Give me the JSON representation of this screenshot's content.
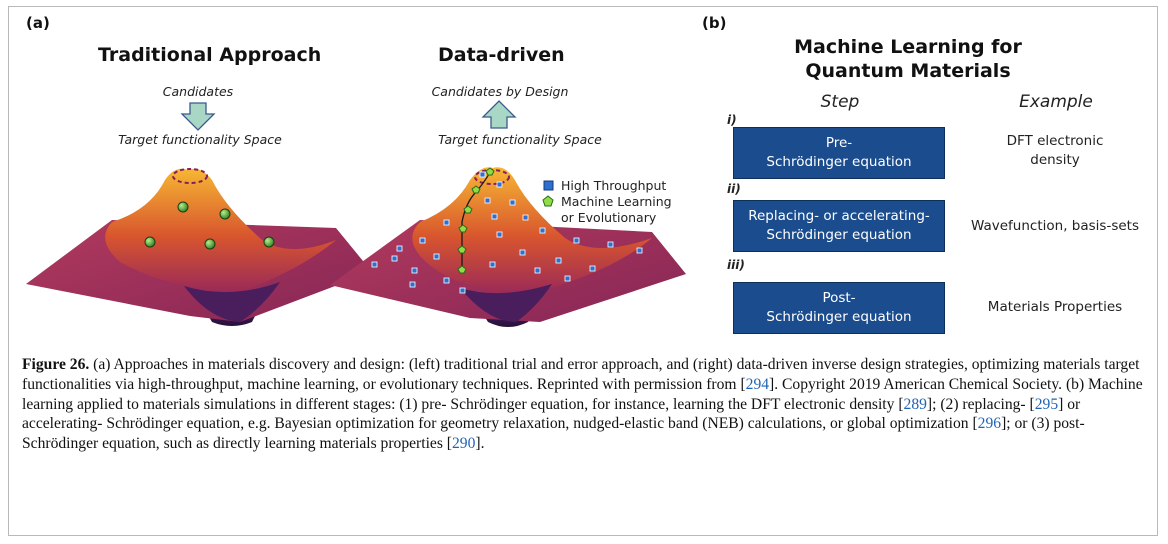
{
  "panel_a": {
    "letter": "(a)",
    "traditional": {
      "title": "Traditional Approach",
      "candidates_label": "Candidates",
      "target_label": "Target functionality Space"
    },
    "data_driven": {
      "title": "Data-driven",
      "candidates_label": "Candidates by Design",
      "target_label": "Target functionality Space",
      "legend": [
        {
          "label": "High Throughput",
          "marker": "blue-square"
        },
        {
          "label": "Machine Learning",
          "marker": "green-pentagon"
        },
        {
          "label": "or Evolutionary",
          "marker": ""
        }
      ]
    }
  },
  "panel_b": {
    "letter": "(b)",
    "title_line1": "Machine Learning for",
    "title_line2": "Quantum Materials",
    "col_step": "Step",
    "col_example": "Example",
    "rows": [
      {
        "numeral": "i)",
        "box_line1": "Pre-",
        "box_line2": "Schrödinger equation",
        "example_line1": "DFT electronic",
        "example_line2": "density"
      },
      {
        "numeral": "ii)",
        "box_line1": "Replacing- or accelerating-",
        "box_line2": "Schrödinger equation",
        "example_line1": "Wavefunction, basis-sets",
        "example_line2": ""
      },
      {
        "numeral": "iii)",
        "box_line1": "Post-",
        "box_line2": "Schrödinger equation",
        "example_line1": "Materials Properties",
        "example_line2": ""
      }
    ]
  },
  "caption": {
    "label": "Figure 26.",
    "s1": " (a) Approaches in materials discovery and design: (left) traditional trial and error approach, and (right) data-driven inverse design strategies, optimizing materials target functionalities via high-throughput, machine learning, or evolutionary techniques. Reprinted with permission from [",
    "r1": "294",
    "s2": "]. Copyright 2019 American Chemical Society. (b) Machine learning applied to materials simulations in different stages: (1) pre- Schrödinger equation, for instance, learning the DFT electronic density [",
    "r2": "289",
    "s3": "]; (2) replacing- [",
    "r3": "295",
    "s4": "] or accelerating- Schrödinger equation, e.g. Bayesian optimization for geometry relaxation, nudged-elastic band (NEB) calculations, or global optimization [",
    "r4": "296",
    "s5": "]; or (3) post-Schrödinger equation, such as directly learning materials properties [",
    "r5": "290",
    "s6": "]."
  },
  "colors": {
    "box_fill": "#1a4c8e",
    "link": "#1f63b5",
    "surface_base": "#9a2a58",
    "surface_peak": "#f5a623",
    "hole": "#3b1a55",
    "ml_marker": "#5cc04a",
    "ht_marker": "#2f6fd0"
  }
}
